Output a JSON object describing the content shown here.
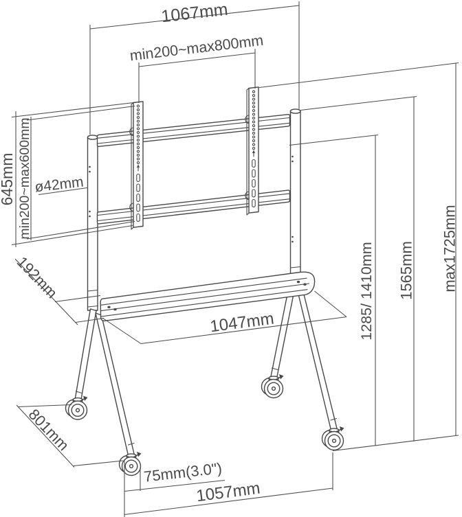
{
  "title": "Mobile TV cart dimension drawing",
  "colors": {
    "line": "#474747",
    "dimension": "#4a4a4a",
    "background": "#ffffff"
  },
  "dimensions": {
    "top_width": "1067mm",
    "vesa_width": "min200~max800mm",
    "bracket_height": "645mm",
    "vesa_height": "min200~max600mm",
    "pole_diameter": "ø42mm",
    "shelf_depth": "192mm",
    "shelf_length": "1047mm",
    "rail_height": "1285/ 1410mm",
    "frame_height": "1565mm",
    "max_height": "max1725mm",
    "base_depth": "801mm",
    "caster_diameter": "75mm(3.0\")",
    "base_width": "1057mm"
  }
}
